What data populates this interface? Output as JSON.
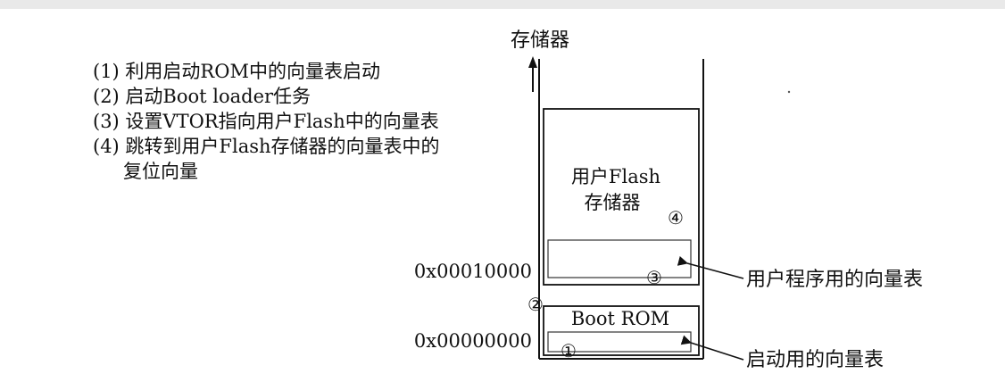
{
  "memory_label": "存储器",
  "steps": [
    {
      "text": "(1) 利用启动ROM中的向量表启动"
    },
    {
      "text": "(2) 启动Boot loader任务"
    },
    {
      "text": "(3) 设置VTOR指向用户Flash中的向量表"
    },
    {
      "text": "(4) 跳转到用户Flash存储器的向量表中的",
      "continuation": "复位向量"
    }
  ],
  "flash_block": {
    "line1": "用户Flash",
    "line2": "存储器"
  },
  "boot_block": {
    "label": "Boot ROM"
  },
  "addresses": {
    "flash_base": "0x00010000",
    "rom_base": "0x00000000"
  },
  "markers": {
    "m1": "①",
    "m2": "②",
    "m3": "③",
    "m4": "④"
  },
  "callouts": {
    "user_table": "用户程序用的向量表",
    "boot_table": "启动用的向量表"
  }
}
